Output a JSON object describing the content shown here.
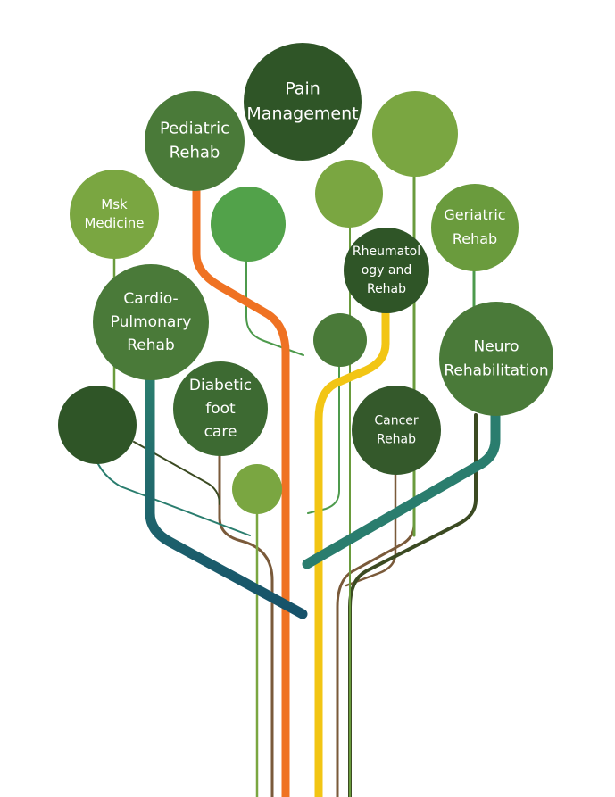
{
  "diagram": {
    "nodes": [
      {
        "id": "pain-management",
        "lines": [
          "Pain",
          "Management"
        ],
        "color": "#2f5527"
      },
      {
        "id": "pediatric-rehab",
        "lines": [
          "Pediatric",
          "Rehab"
        ],
        "color": "#4a7a39"
      },
      {
        "id": "msk-medicine",
        "lines": [
          "Msk",
          "Medicine"
        ],
        "color": "#7aa641"
      },
      {
        "id": "cardio-pulmonary-rehab",
        "lines": [
          "Cardio-",
          "Pulmonary",
          "Rehab"
        ],
        "color": "#4a7a39"
      },
      {
        "id": "diabetic-foot-care",
        "lines": [
          "Diabetic",
          "foot",
          "care"
        ],
        "color": "#3d6a32"
      },
      {
        "id": "rheumatology-and-rehab",
        "lines": [
          "Rheumatol",
          "ogy and",
          "Rehab"
        ],
        "color": "#2f5527"
      },
      {
        "id": "geriatric-rehab",
        "lines": [
          "Geriatric",
          "Rehab"
        ],
        "color": "#6a9b3d"
      },
      {
        "id": "neuro-rehabilitation",
        "lines": [
          "Neuro",
          "Rehabilitation"
        ],
        "color": "#4a7a39"
      },
      {
        "id": "cancer-rehab",
        "lines": [
          "Cancer",
          "Rehab"
        ],
        "color": "#34592b"
      },
      {
        "id": "blank-top-right",
        "lines": [],
        "color": "#7aa641"
      },
      {
        "id": "blank-upper-middle",
        "lines": [],
        "color": "#52a24a"
      },
      {
        "id": "blank-small-right",
        "lines": [],
        "color": "#7aa641"
      },
      {
        "id": "blank-center",
        "lines": [],
        "color": "#4a7a39"
      },
      {
        "id": "blank-left",
        "lines": [],
        "color": "#2f5527"
      },
      {
        "id": "blank-small-lower",
        "lines": [],
        "color": "#7aa641"
      }
    ],
    "branch_colors": {
      "orange": "#ef7223",
      "yellow": "#f2c514",
      "teal": "#2a7d6e",
      "green": "#4d9a4c",
      "brown": "#7a5a3a",
      "dark_olive": "#3b4a22",
      "navy": "#17416b"
    }
  }
}
